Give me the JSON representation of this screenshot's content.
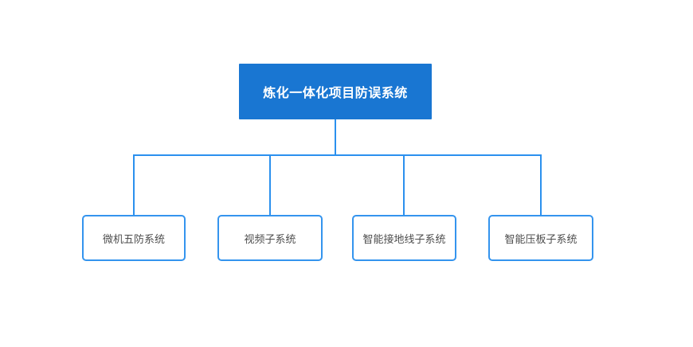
{
  "diagram": {
    "type": "org-chart",
    "root": {
      "label": "炼化一体化项目防误系统"
    },
    "children": [
      {
        "label": "微机五防系统"
      },
      {
        "label": "视频子系统"
      },
      {
        "label": "智能接地线子系统"
      },
      {
        "label": "智能压板子系统"
      }
    ]
  },
  "colors": {
    "background": "#ffffff",
    "root_fill": "#1976d2",
    "root_text": "#ffffff",
    "line": "#2b90ee",
    "child_border": "#3494ee",
    "child_text": "#4d4d4d"
  }
}
